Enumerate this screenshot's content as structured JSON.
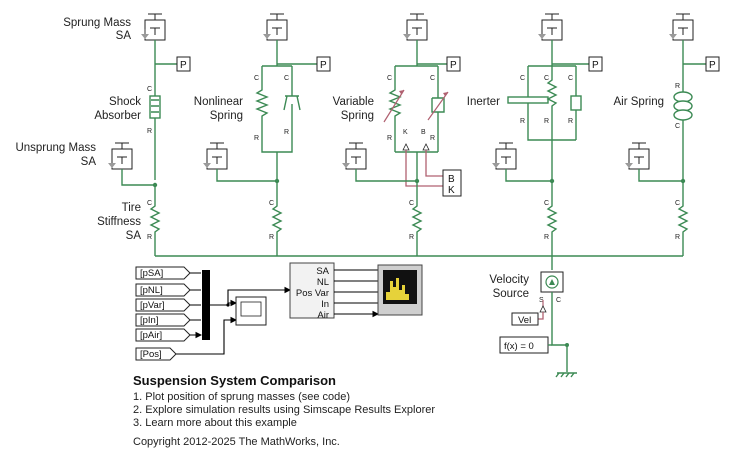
{
  "labels": {
    "sprung_mass": [
      "Sprung Mass",
      "SA"
    ],
    "shock_absorber": [
      "Shock",
      "Absorber"
    ],
    "unsprung_mass": [
      "Unsprung Mass",
      "SA"
    ],
    "nonlinear_spring": [
      "Nonlinear",
      "Spring"
    ],
    "variable_spring": [
      "Variable",
      "Spring"
    ],
    "inerter": "Inerter",
    "air_spring": "Air Spring",
    "tire_stiffness": [
      "Tire",
      "Stiffness",
      "SA"
    ],
    "velocity_source": [
      "Velocity",
      "Source"
    ]
  },
  "ports": {
    "c": "C",
    "r": "R",
    "s": "S",
    "b": "B",
    "k": "K",
    "p": "P"
  },
  "bk_block": [
    "B",
    "K"
  ],
  "goto_tags": [
    "[pSA]",
    "[pNL]",
    "[pVar]",
    "[pIn]",
    "[pAir]",
    "[Pos]"
  ],
  "scope_inputs": [
    "SA",
    "NL",
    "Pos Var",
    "In",
    "Air"
  ],
  "vel_tag": "Vel",
  "fx_block": "f(x) = 0",
  "info": {
    "title": "Suspension System Comparison",
    "steps": [
      "1. Plot position of sprung masses (see code)",
      "2. Explore simulation results using Simscape Results Explorer",
      "3. Learn more about this example"
    ],
    "copyright": "Copyright 2012-2025 The MathWorks, Inc."
  }
}
